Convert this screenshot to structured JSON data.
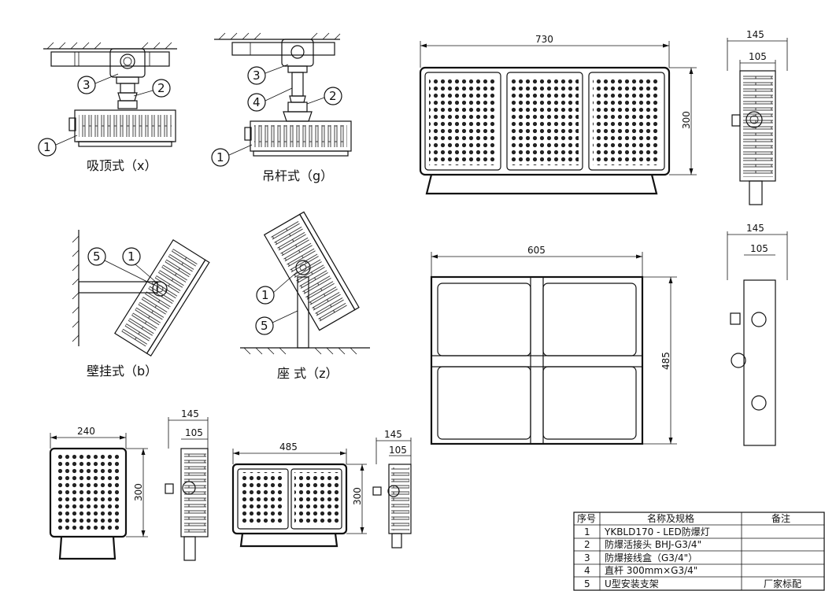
{
  "mounting_styles": {
    "ceiling": {
      "label": "吸顶式（x）",
      "callouts": [
        "3",
        "2",
        "1"
      ]
    },
    "pendant": {
      "label": "吊杆式（g）",
      "callouts": [
        "3",
        "4",
        "2",
        "1"
      ]
    },
    "wall": {
      "label": "壁挂式（b）",
      "callouts": [
        "5",
        "1"
      ]
    },
    "seat": {
      "label": "座 式（z）",
      "callouts": [
        "1",
        "5"
      ]
    }
  },
  "dimensions": {
    "large_front_width": "730",
    "large_front_height": "300",
    "large_side_depth_outer": "145",
    "large_side_depth_inner": "105",
    "quad_width": "605",
    "quad_height": "485",
    "quad_side_outer": "145",
    "quad_side_inner": "105",
    "single_width": "240",
    "single_height": "300",
    "single_side_outer": "145",
    "single_side_inner": "105",
    "double_width": "485",
    "double_height": "300",
    "double_side_outer": "145",
    "double_side_inner": "105"
  },
  "parts_table": {
    "headers": [
      "序号",
      "名称及规格",
      "备注"
    ],
    "rows": [
      {
        "no": "1",
        "name": "YKBLD170 - LED防爆灯",
        "note": ""
      },
      {
        "no": "2",
        "name": "防爆活接头  BHJ-G3/4\"",
        "note": ""
      },
      {
        "no": "3",
        "name": "防爆接线盒（G3/4\"）",
        "note": ""
      },
      {
        "no": "4",
        "name": "直杆 300mm×G3/4\"",
        "note": ""
      },
      {
        "no": "5",
        "name": "U型安装支架",
        "note": "厂家标配"
      }
    ]
  }
}
